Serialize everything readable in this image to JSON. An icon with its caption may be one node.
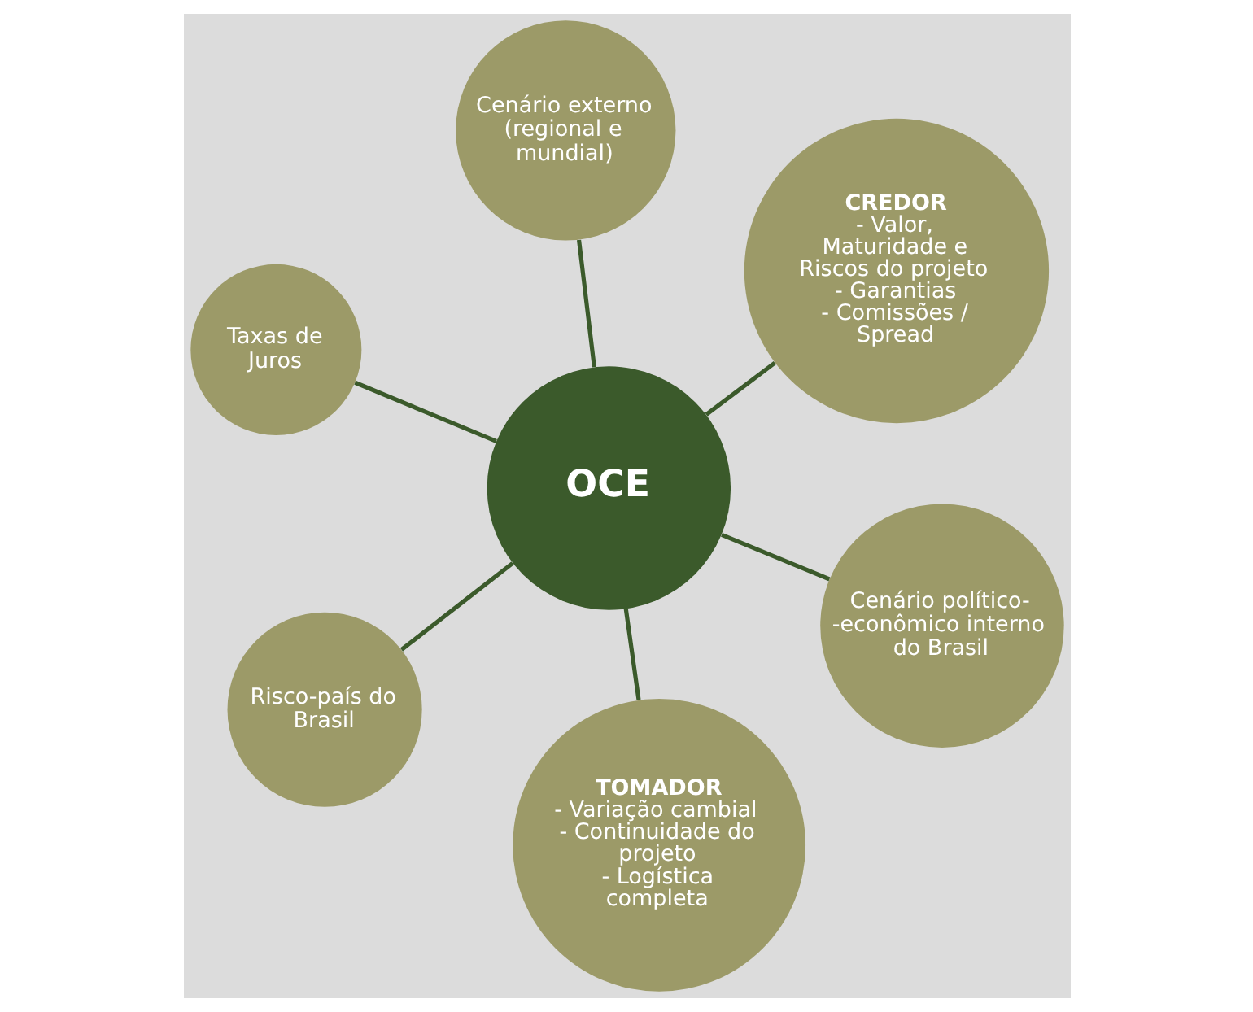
{
  "diagram": {
    "nodes": [
      {
        "text": [
          "Taxas de Juros"
        ]
      },
      {
        "text": [
          "Cenário político- -econômico interno do Brasil"
        ]
      },
      {
        "text": [
          "TOMADOR",
          "- Variação cambial",
          "- Continuidade do projeto",
          "- Logística completa"
        ]
      },
      {
        "text": [
          "OCE"
        ]
      },
      {
        "text": [
          "CREDOR",
          "- Valor, Maturidade e Riscos do projeto",
          "- Garantias",
          "- Comissões / Spread"
        ]
      },
      {
        "text": [
          "Cenário externo (regional e mundial)"
        ]
      },
      {
        "text": [
          "Risco-país do Brasil"
        ]
      }
    ],
    "edges": [
      {
        "from": 3,
        "to": 0,
        "arrow": "none"
      },
      {
        "from": 3,
        "to": 2,
        "arrow": "none"
      },
      {
        "from": 3,
        "to": 4,
        "arrow": "none"
      },
      {
        "from": 3,
        "to": 6,
        "arrow": "none"
      },
      {
        "from": 3,
        "to": 5,
        "arrow": "none"
      },
      {
        "from": 3,
        "to": 1,
        "arrow": "none"
      }
    ]
  }
}
